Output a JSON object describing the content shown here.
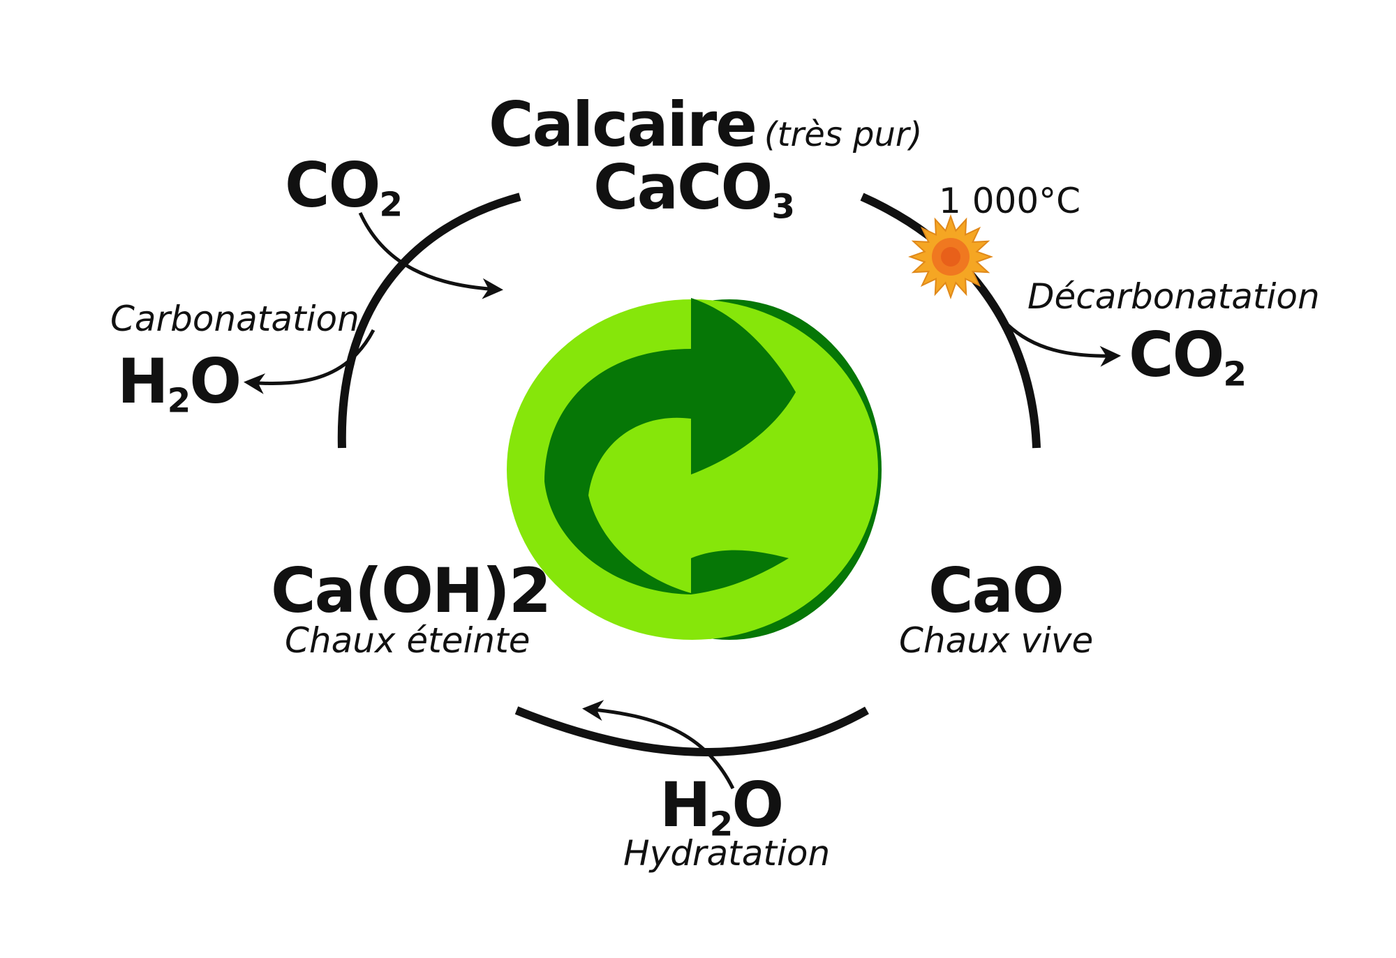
{
  "calcaire": {
    "name": "Calcaire",
    "note": "(très pur)",
    "formula_main": "CaCO",
    "formula_sub": "3"
  },
  "co2_left": {
    "main": "CO",
    "sub": "2"
  },
  "co2_right": {
    "main": "CO",
    "sub": "2"
  },
  "h2o_left": {
    "pre": "H",
    "sub": "2",
    "post": "O"
  },
  "h2o_bottom": {
    "pre": "H",
    "sub": "2",
    "post": "O"
  },
  "temperature": "1 000°C",
  "carbonatation": "Carbonatation",
  "decarbonatation": "Décarbonatation",
  "hydratation": "Hydratation",
  "caoh2": {
    "formula": "Ca(OH)2",
    "name": "Chaux éteinte"
  },
  "cao": {
    "formula": "CaO",
    "name": "Chaux vive"
  },
  "colors": {
    "stroke": "#111111",
    "light_green": "#86e60a",
    "dark_green": "#067706",
    "sun_outer": "#f5a623",
    "sun_inner": "#f07820"
  },
  "icons": [
    "recycling-logo-icon",
    "sun-icon"
  ]
}
